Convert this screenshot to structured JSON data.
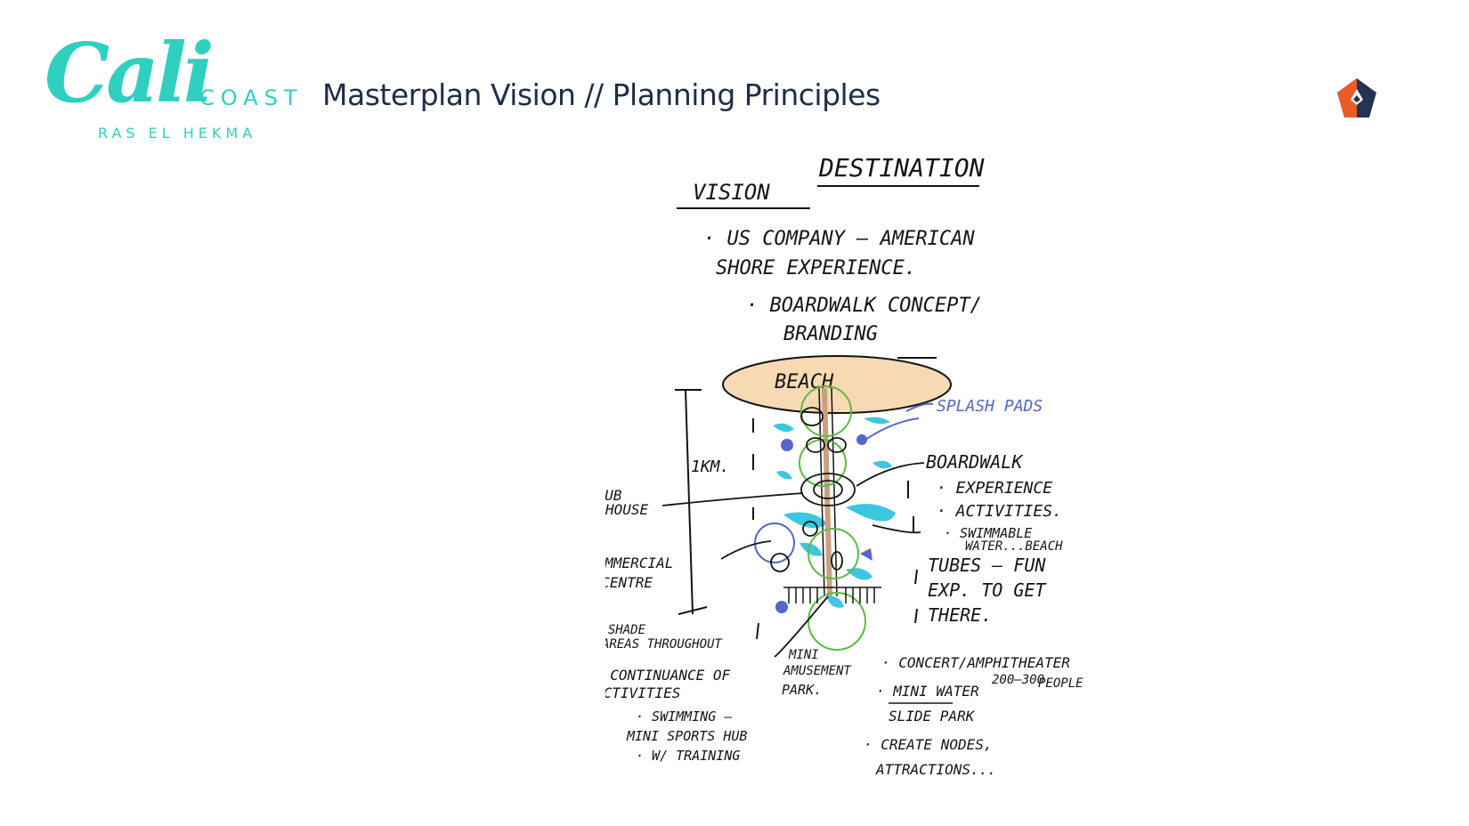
{
  "header": {
    "logo": {
      "wordmark": "Cali",
      "word2": "COAST",
      "subtitle": "RAS EL HEKMA"
    },
    "title": "Masterplan Vision // Planning Principles",
    "brand_icon": "pentagon-logo-icon"
  },
  "sketch": {
    "headings": {
      "destination": "DESTINATION",
      "vision": "VISION"
    },
    "notes": {
      "line1": "· US COMPANY – AMERICAN",
      "line2": "SHORE EXPERIENCE.",
      "line3": "· BOARDWALK CONCEPT/",
      "line4": "BRANDING"
    },
    "diagram": {
      "beach": "BEACH",
      "splash": "SPLASH PADS",
      "distance": "1KM.",
      "club_house_1": "CLUB",
      "club_house_2": "HOUSE",
      "boardwalk": "BOARDWALK",
      "exp_1": "· EXPERIENCE",
      "exp_2": "· ACTIVITIES.",
      "swim_1": "· SWIMMABLE",
      "swim_2": "WATER...BEACH",
      "tubes": "TUBES – FUN",
      "exp_get_1": "EXP. TO GET",
      "exp_get_2": "THERE.",
      "commercial_1": "COMMERCIAL",
      "commercial_2": "· CENTRE",
      "shade_1": "· SHADE",
      "shade_2": "AREAS THROUGHOUT",
      "cont_1": "· CONTINUANCE OF",
      "cont_2": "ACTIVITIES",
      "swim_sports_1": "· SWIMMING –",
      "swim_sports_2": "MINI SPORTS HUB",
      "swim_sports_3": "· W/ TRAINING",
      "mini_park_1": "MINI",
      "mini_park_2": "AMUSEMENT",
      "mini_park_3": "PARK.",
      "concert_1": "· CONCERT/AMPHITHEATER",
      "concert_2": "200–300",
      "concert_3": "PEOPLE",
      "water_1": "· MINI WATER",
      "water_2": "SLIDE PARK",
      "nodes_1": "· CREATE NODES,",
      "nodes_2": "ATTRACTIONS..."
    }
  },
  "colors": {
    "brand_teal": "#2fd0bf",
    "title_navy": "#1e2e47",
    "beach_fill": "#f7d9b4",
    "water_cyan": "#3cc6e0",
    "splash_blue": "#5566cc",
    "node_green": "#5cba48",
    "logo_orange": "#ee5a2a",
    "logo_navy": "#22344f"
  }
}
